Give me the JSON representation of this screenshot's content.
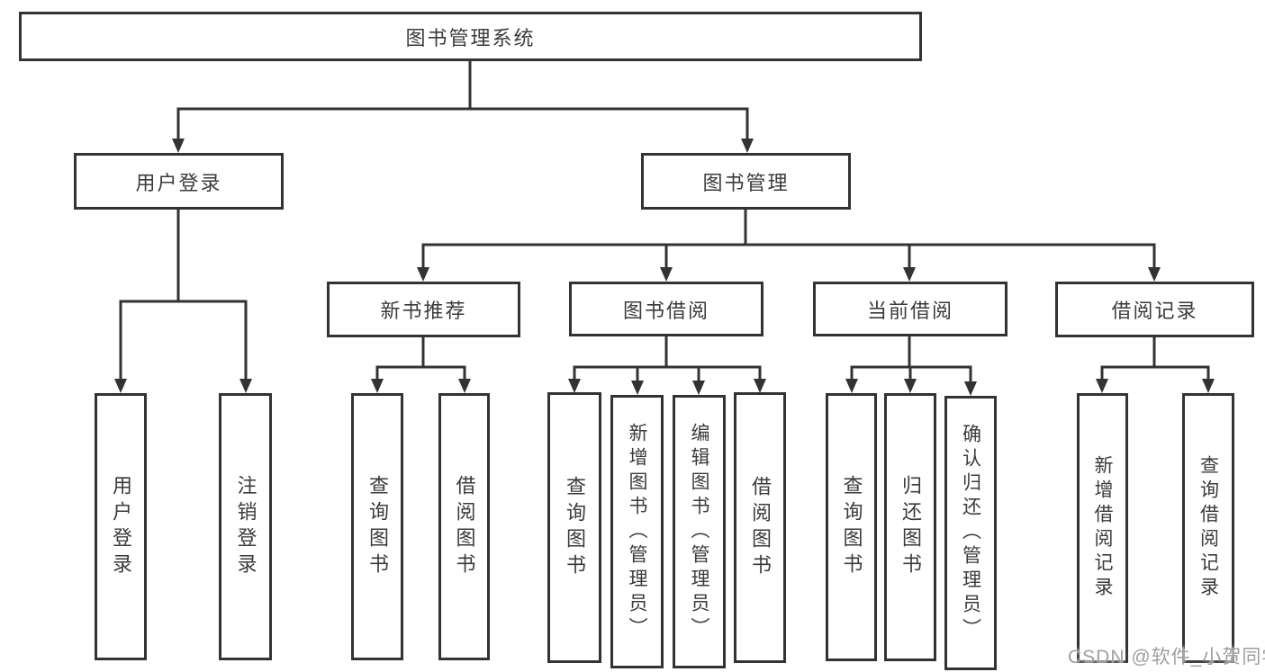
{
  "tree": {
    "label": "图书管理系统",
    "children": [
      {
        "label": "用户登录",
        "children": [
          {
            "label": "用户登录"
          },
          {
            "label": "注销登录"
          }
        ]
      },
      {
        "label": "图书管理",
        "children": [
          {
            "label": "新书推荐",
            "children": [
              {
                "label": "查询图书"
              },
              {
                "label": "借阅图书"
              }
            ]
          },
          {
            "label": "图书借阅",
            "children": [
              {
                "label": "查询图书"
              },
              {
                "label": "新增图书（管理员）"
              },
              {
                "label": "编辑图书（管理员）"
              },
              {
                "label": "借阅图书"
              }
            ]
          },
          {
            "label": "当前借阅",
            "children": [
              {
                "label": "查询图书"
              },
              {
                "label": "归还图书"
              },
              {
                "label": "确认归还（管理员）"
              }
            ]
          },
          {
            "label": "借阅记录",
            "children": [
              {
                "label": "新增借阅记录"
              },
              {
                "label": "查询借阅记录"
              }
            ]
          }
        ]
      }
    ]
  },
  "page": {
    "watermark": "CSDN @软件_小贺同学"
  },
  "colors": {
    "line": "#333333",
    "text": "#3b3b3b",
    "background": "#ffffff",
    "watermark": "#9e9e9e"
  }
}
